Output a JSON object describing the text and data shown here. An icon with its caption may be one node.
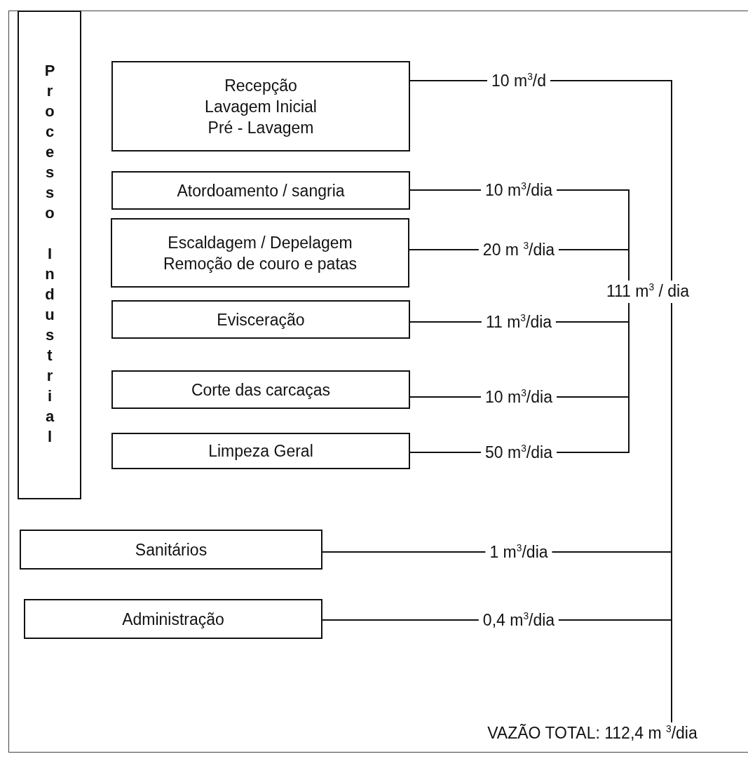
{
  "diagram": {
    "nodes": [
      {
        "text": [
          "Processo Industrial"
        ]
      },
      {
        "text": [
          "Recepção",
          "Lavagem Inicial",
          "Pré - Lavagem"
        ]
      },
      {
        "text": [
          "Atordoamento / sangria"
        ]
      },
      {
        "text": [
          "Escaldagem / Depelagem",
          "Remoção de couro e patas"
        ]
      },
      {
        "text": [
          "Evisceração"
        ]
      },
      {
        "text": [
          "Corte das carcaças"
        ]
      },
      {
        "text": [
          "Limpeza Geral"
        ]
      },
      {
        "text": [
          "Sanitários"
        ]
      },
      {
        "text": [
          "Administração"
        ]
      },
      {
        "text": [
          "111 m$^{3}$ / dia"
        ]
      },
      {
        "text": [
          "VAZÃO TOTAL: 112,4 m $^{3}$/dia"
        ]
      }
    ],
    "edges": [
      {
        "from": 1,
        "to": 9,
        "arrow": "none",
        "label": "10 m$^{3}$/d"
      },
      {
        "from": 2,
        "to": 9,
        "arrow": "none",
        "label": "10 m$^{3}$/dia"
      },
      {
        "from": 3,
        "to": 9,
        "arrow": "none",
        "label": "20 m $^{3}$/dia"
      },
      {
        "from": 4,
        "to": 9,
        "arrow": "none",
        "label": "11 m$^{3}$/dia"
      },
      {
        "from": 5,
        "to": 9,
        "arrow": "none",
        "label": "10 m$^{3}$/dia"
      },
      {
        "from": 6,
        "to": 9,
        "arrow": "none",
        "label": "50 m$^{3}$/dia"
      },
      {
        "from": 9,
        "to": 10,
        "arrow": "none"
      },
      {
        "from": 7,
        "to": 10,
        "arrow": "none",
        "label": "1 m$^{3}$/dia"
      },
      {
        "from": 8,
        "to": 10,
        "arrow": "none",
        "label": "0,4 m$^{3}$/dia"
      }
    ]
  }
}
